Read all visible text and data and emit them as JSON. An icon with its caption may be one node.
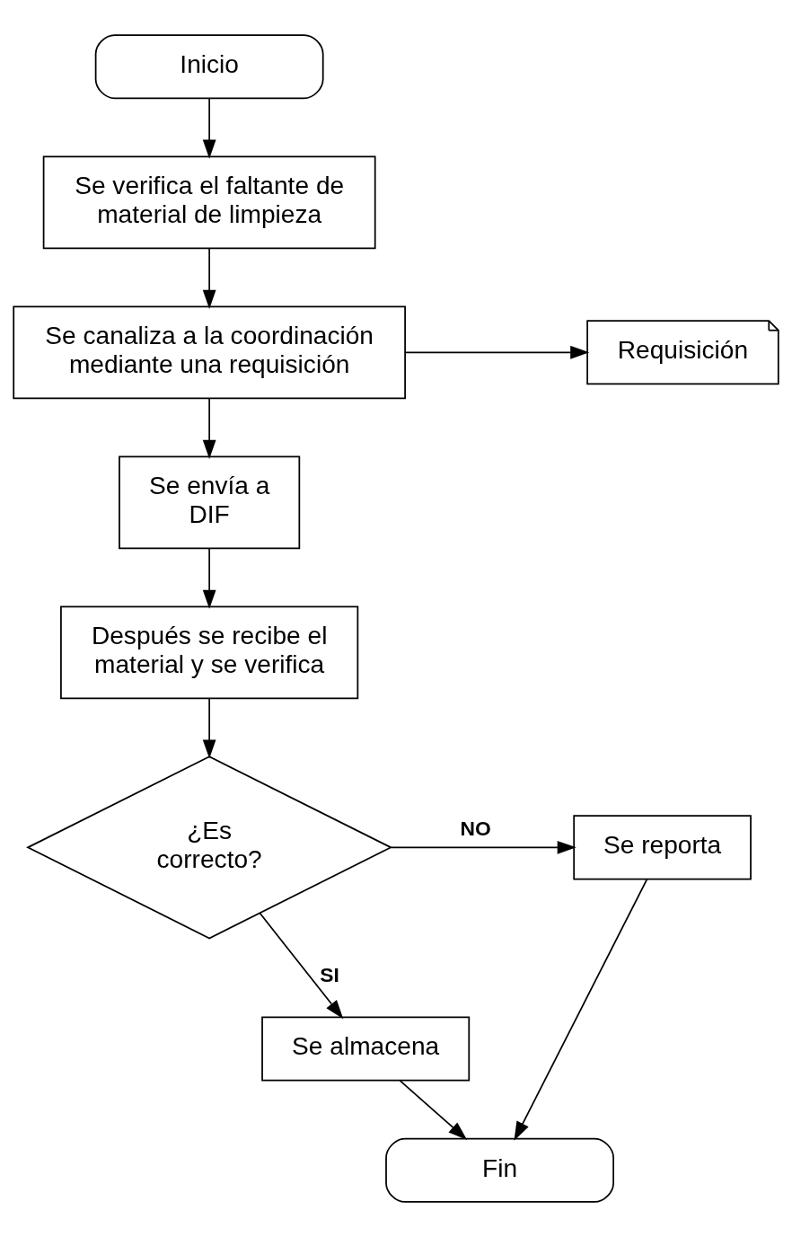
{
  "diagram": {
    "nodes": [
      {
        "text": [
          "Inicio"
        ]
      },
      {
        "text": [
          "Se verifica el faltante de material de limpieza"
        ]
      },
      {
        "text": [
          "Se canaliza a la coordinación mediante una requisición"
        ]
      },
      {
        "text": [
          "Requisición"
        ]
      },
      {
        "text": [
          "Se envía a DIF"
        ]
      },
      {
        "text": [
          "Después se recibe el material y se verifica"
        ]
      },
      {
        "text": [
          "¿Es correcto?"
        ]
      },
      {
        "text": [
          "Se reporta"
        ]
      },
      {
        "text": [
          "Se almacena"
        ]
      },
      {
        "text": [
          "Fin"
        ]
      }
    ],
    "edges": [
      {
        "from": 0,
        "to": 1,
        "arrow": "to"
      },
      {
        "from": 1,
        "to": 2,
        "arrow": "to"
      },
      {
        "from": 2,
        "to": 3,
        "arrow": "to"
      },
      {
        "from": 2,
        "to": 4,
        "arrow": "to"
      },
      {
        "from": 4,
        "to": 5,
        "arrow": "to"
      },
      {
        "from": 5,
        "to": 6,
        "arrow": "to"
      },
      {
        "from": 6,
        "to": 7,
        "arrow": "to",
        "label": "NO"
      },
      {
        "from": 6,
        "to": 8,
        "arrow": "to",
        "label": "SI"
      },
      {
        "from": 8,
        "to": 9,
        "arrow": "to"
      },
      {
        "from": 7,
        "to": 9,
        "arrow": "to"
      }
    ]
  }
}
